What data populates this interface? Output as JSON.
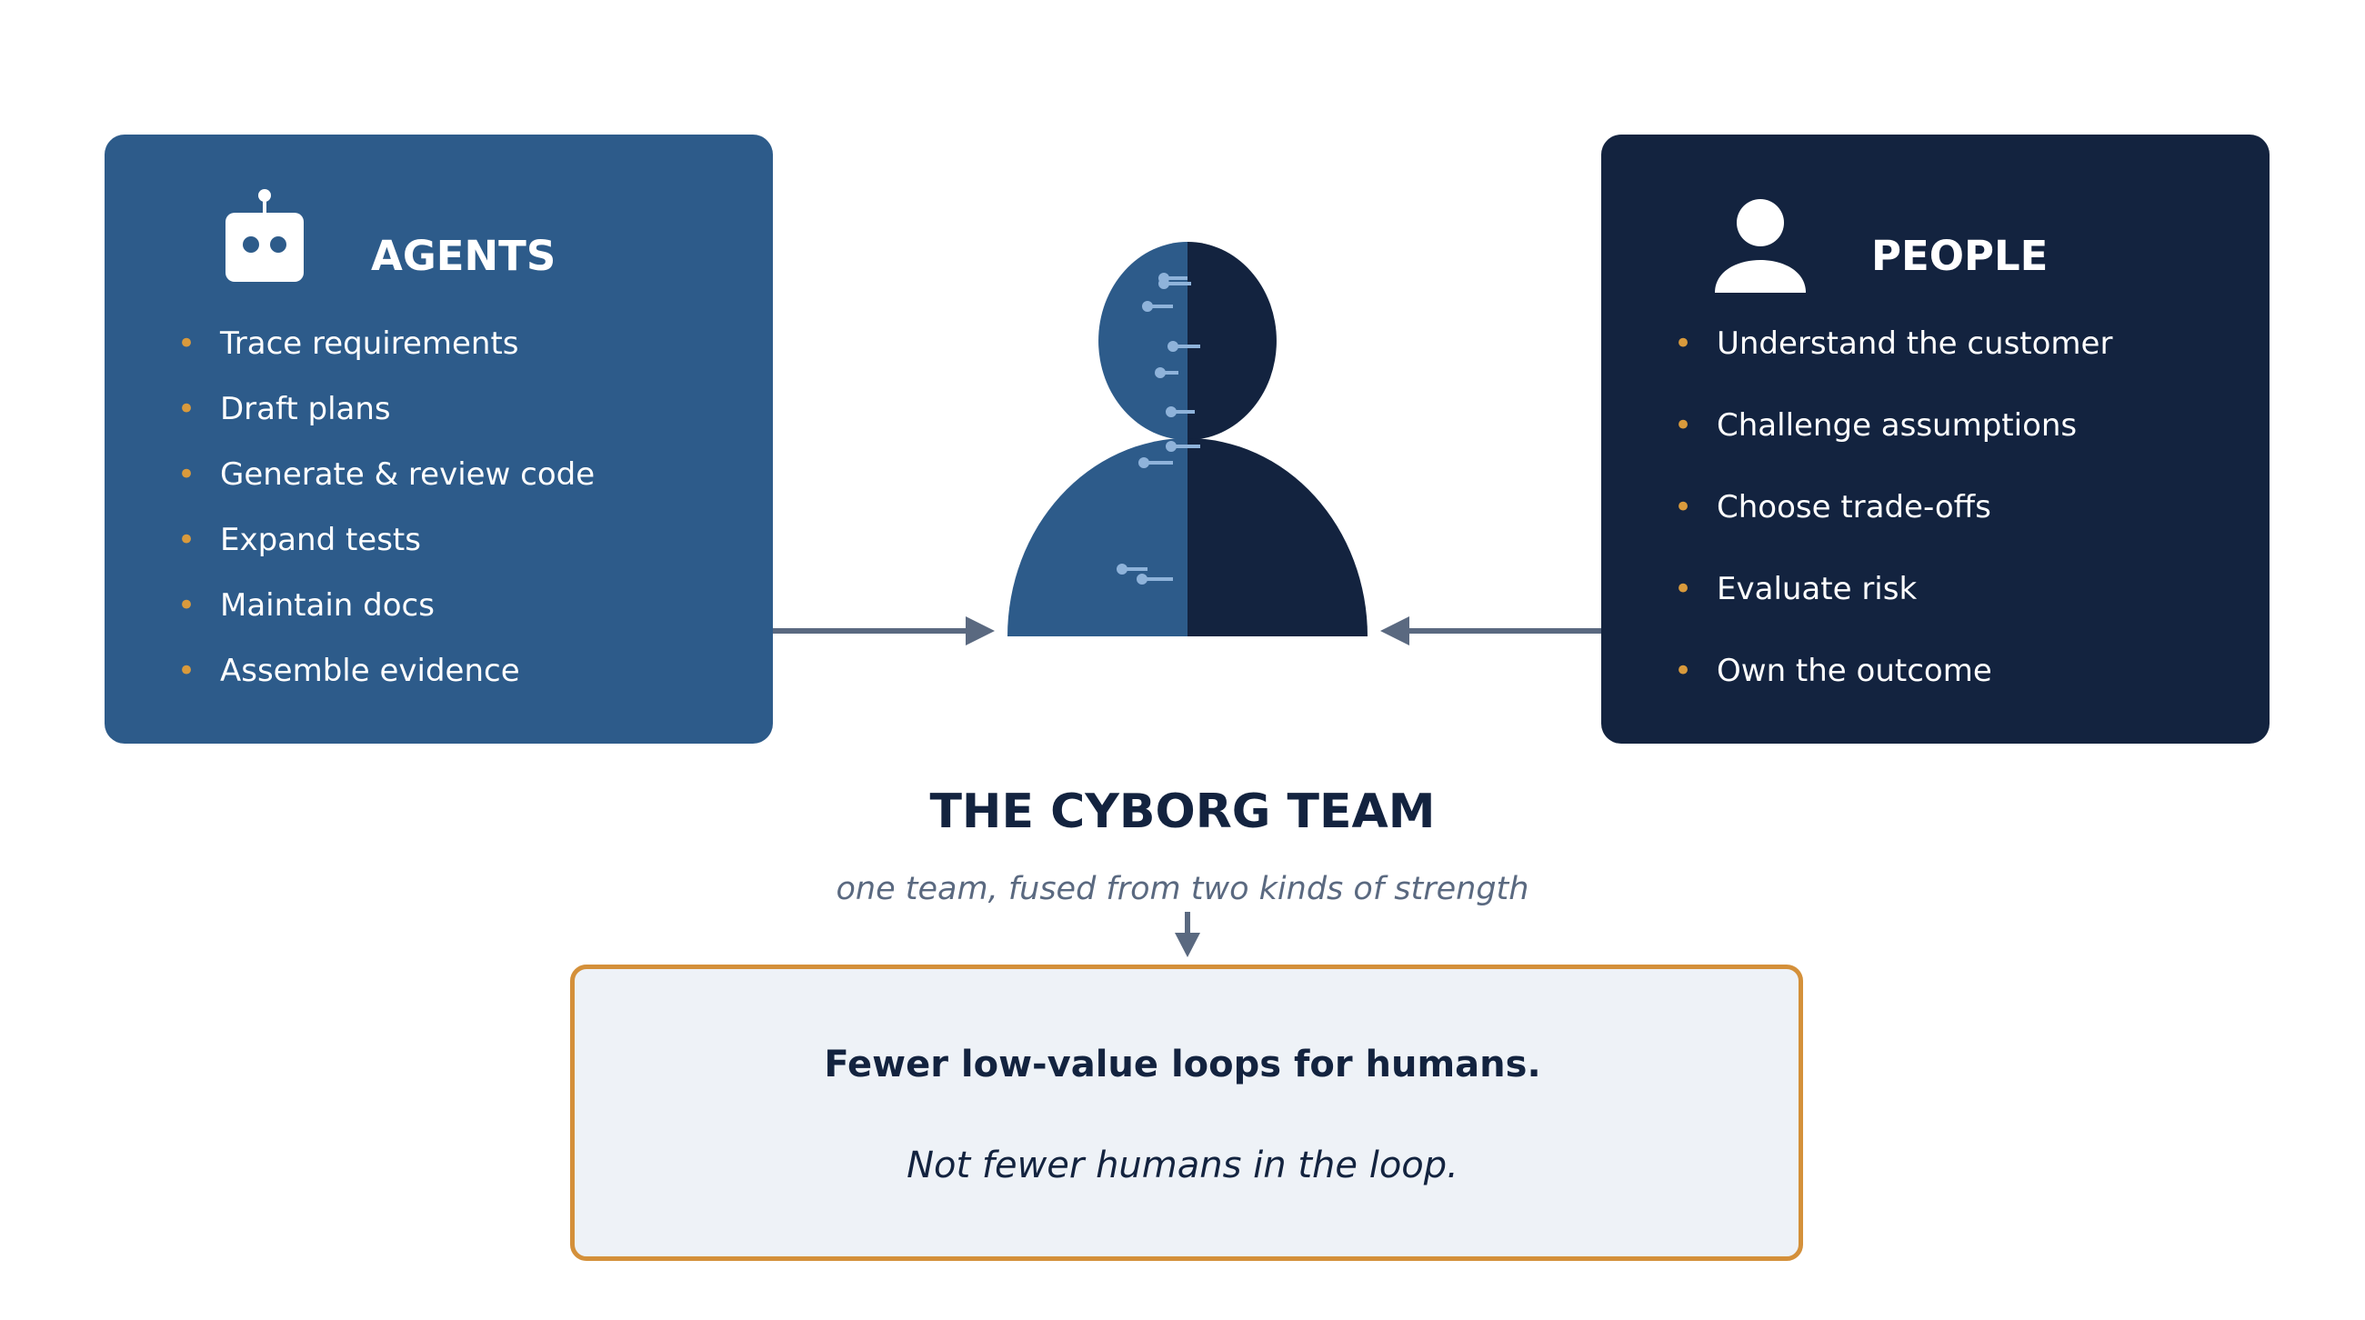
{
  "agents": {
    "title": "AGENTS",
    "icon": "robot-icon",
    "items": [
      "Trace requirements",
      "Draft plans",
      "Generate & review code",
      "Expand tests",
      "Maintain docs",
      "Assemble evidence"
    ]
  },
  "people": {
    "title": "PEOPLE",
    "icon": "person-icon",
    "items": [
      "Understand the customer",
      "Challenge assumptions",
      "Choose trade-offs",
      "Evaluate risk",
      "Own the outcome"
    ]
  },
  "team": {
    "title": "THE CYBORG TEAM",
    "subtitle": "one team, fused from two kinds of strength",
    "icon": "cyborg-figure-icon"
  },
  "outcome": {
    "line1": "Fewer low-value loops for humans.",
    "line2": "Not fewer humans in the loop."
  },
  "colors": {
    "agents_bg": "#2d5b8a",
    "people_bg": "#13233f",
    "bullet": "#d99a3c",
    "arrow": "#5a6980",
    "outcome_border": "#d4903a",
    "outcome_bg": "#eef2f7"
  }
}
